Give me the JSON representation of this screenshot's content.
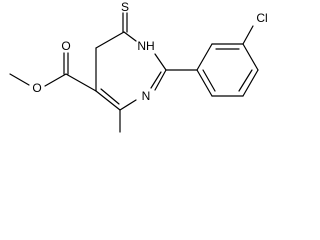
{
  "molecule": {
    "atoms": {
      "thione_s": "S",
      "ring_nh": "NH",
      "ring_n": "N",
      "chlorine": "Cl",
      "carbonyl_o": "O",
      "ester_o": "O"
    },
    "colors": {
      "bond": "#000000",
      "label": "#000000",
      "background": "#ffffff"
    }
  }
}
